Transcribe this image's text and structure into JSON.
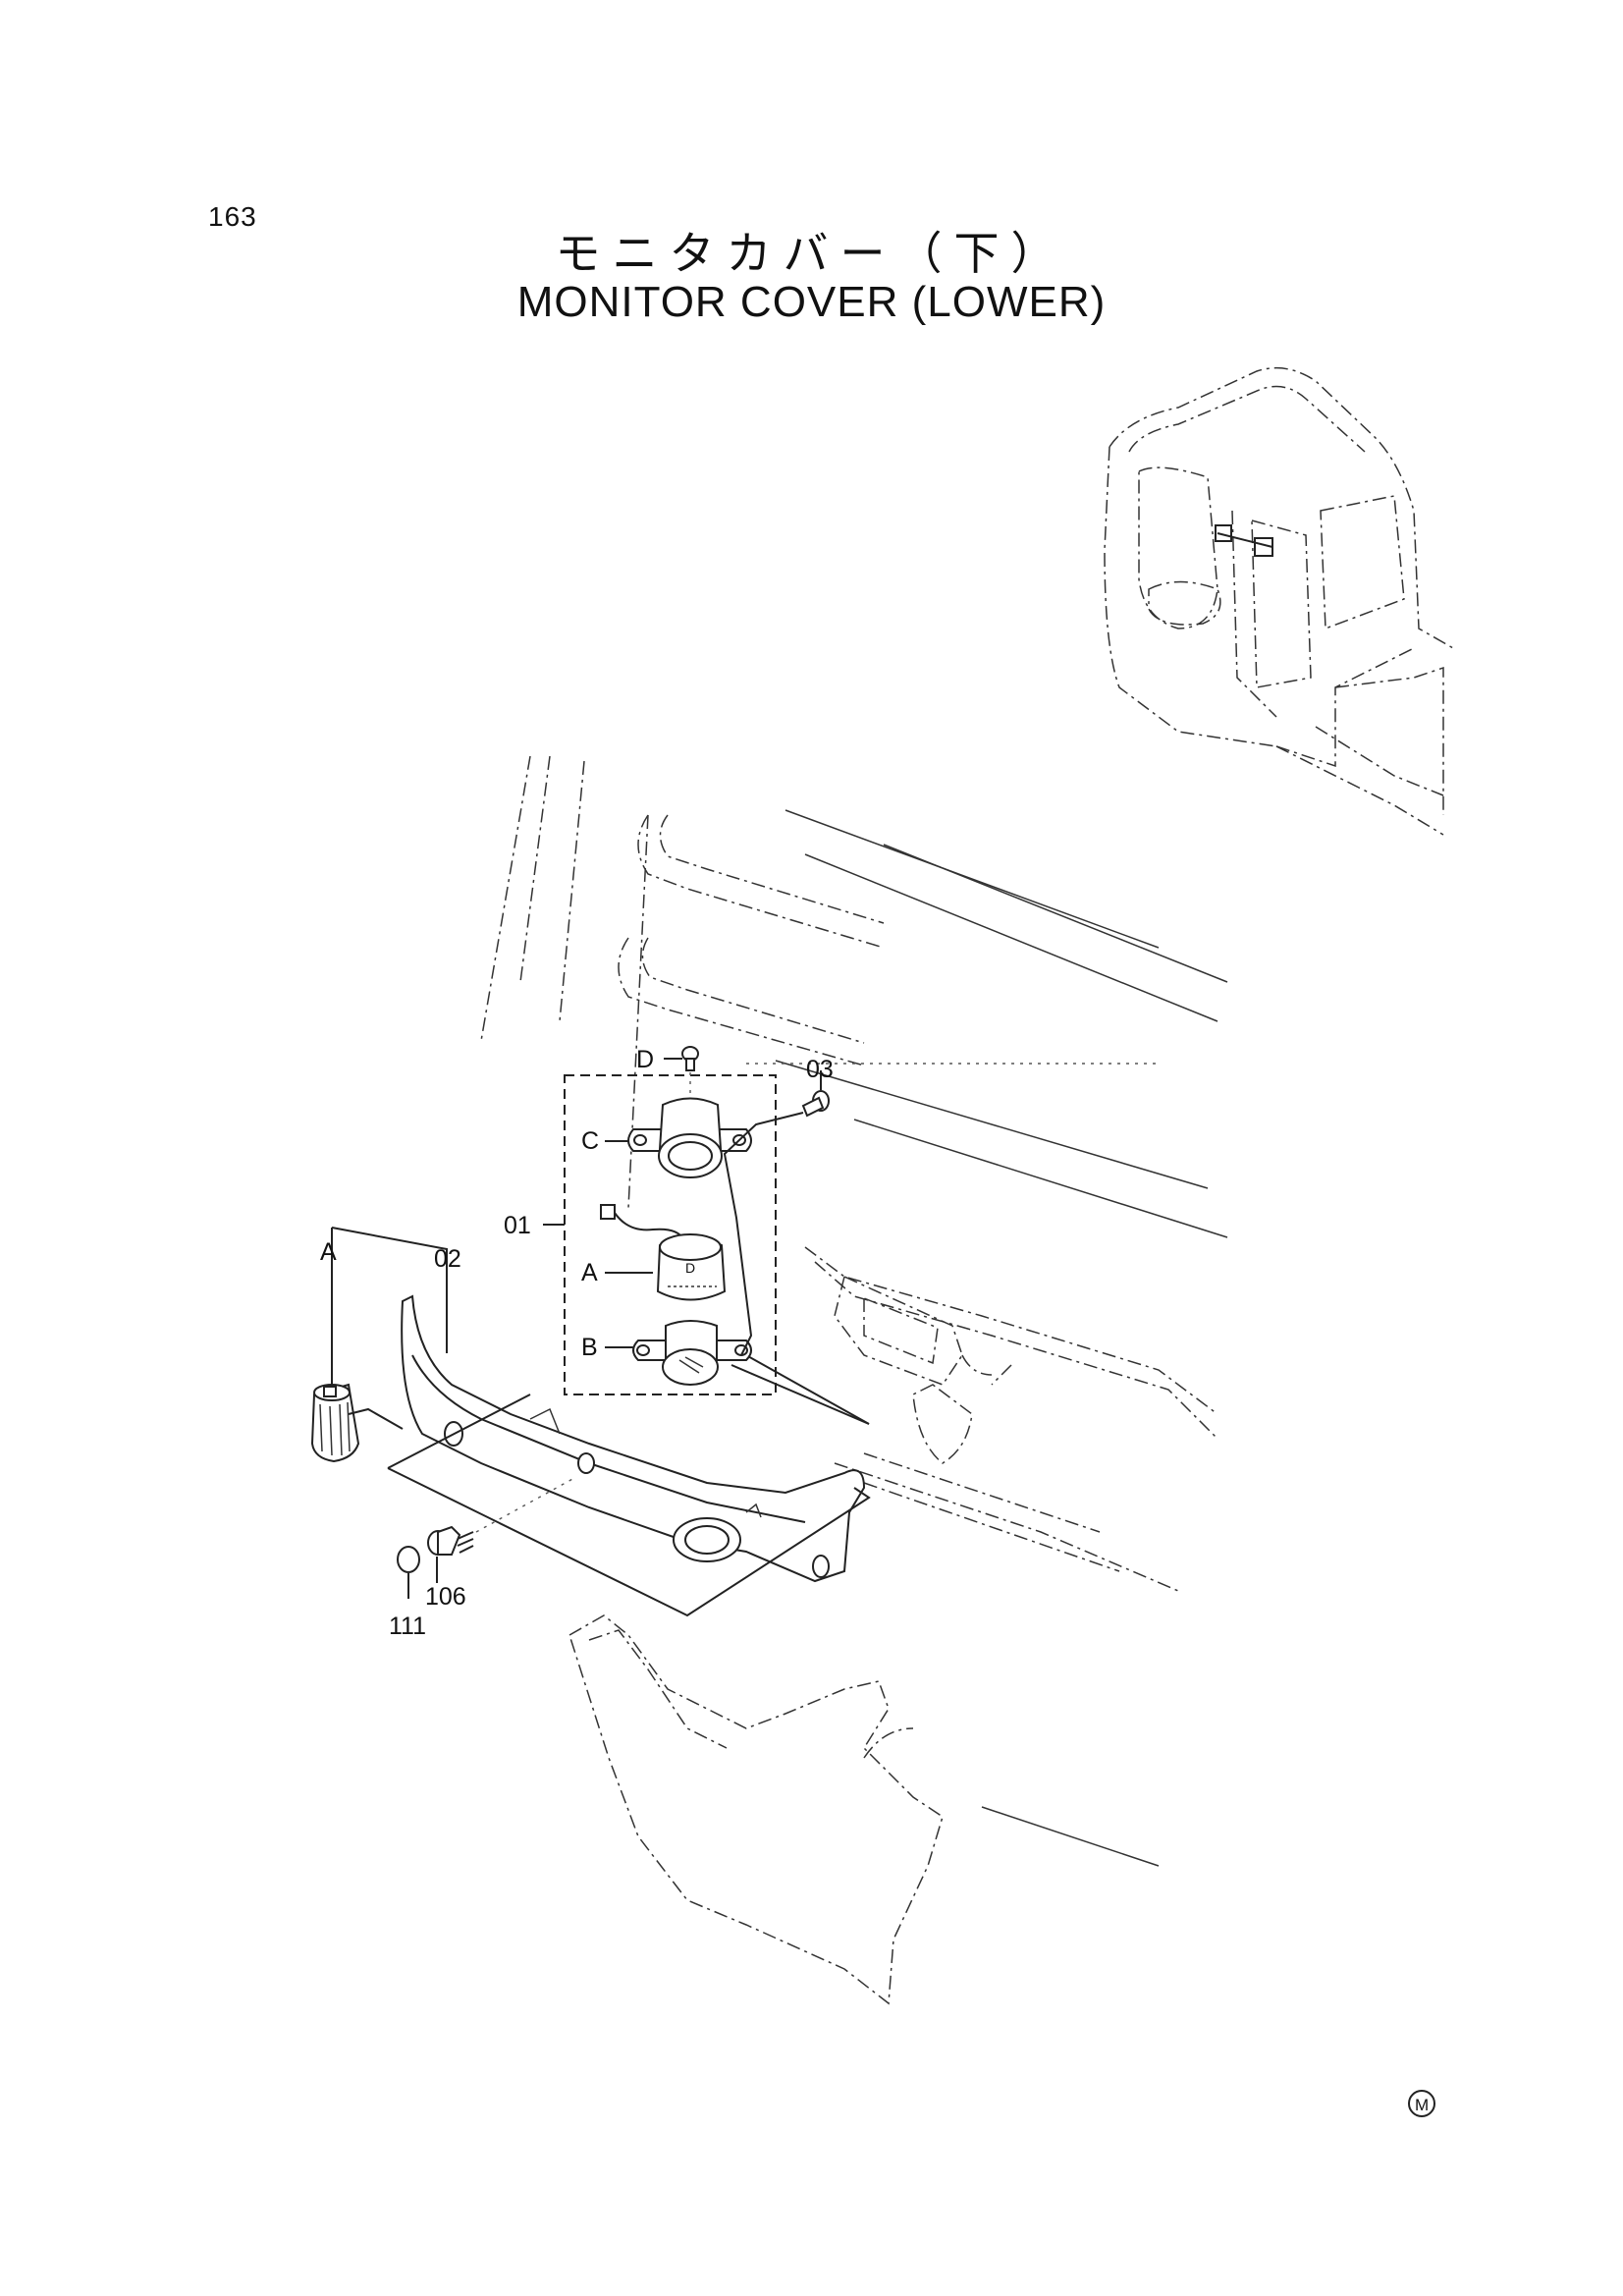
{
  "page": {
    "number": "163",
    "title_jp": "モニタカバー（下）",
    "title_en": "MONITOR COVER (LOWER)"
  },
  "callouts": {
    "p01": "01",
    "p02": "02",
    "p03": "03",
    "p106": "106",
    "p111": "111",
    "sub_a": "A",
    "sub_b": "B",
    "sub_c": "C",
    "sub_d": "D",
    "ref_a": "A"
  },
  "mark": "M"
}
